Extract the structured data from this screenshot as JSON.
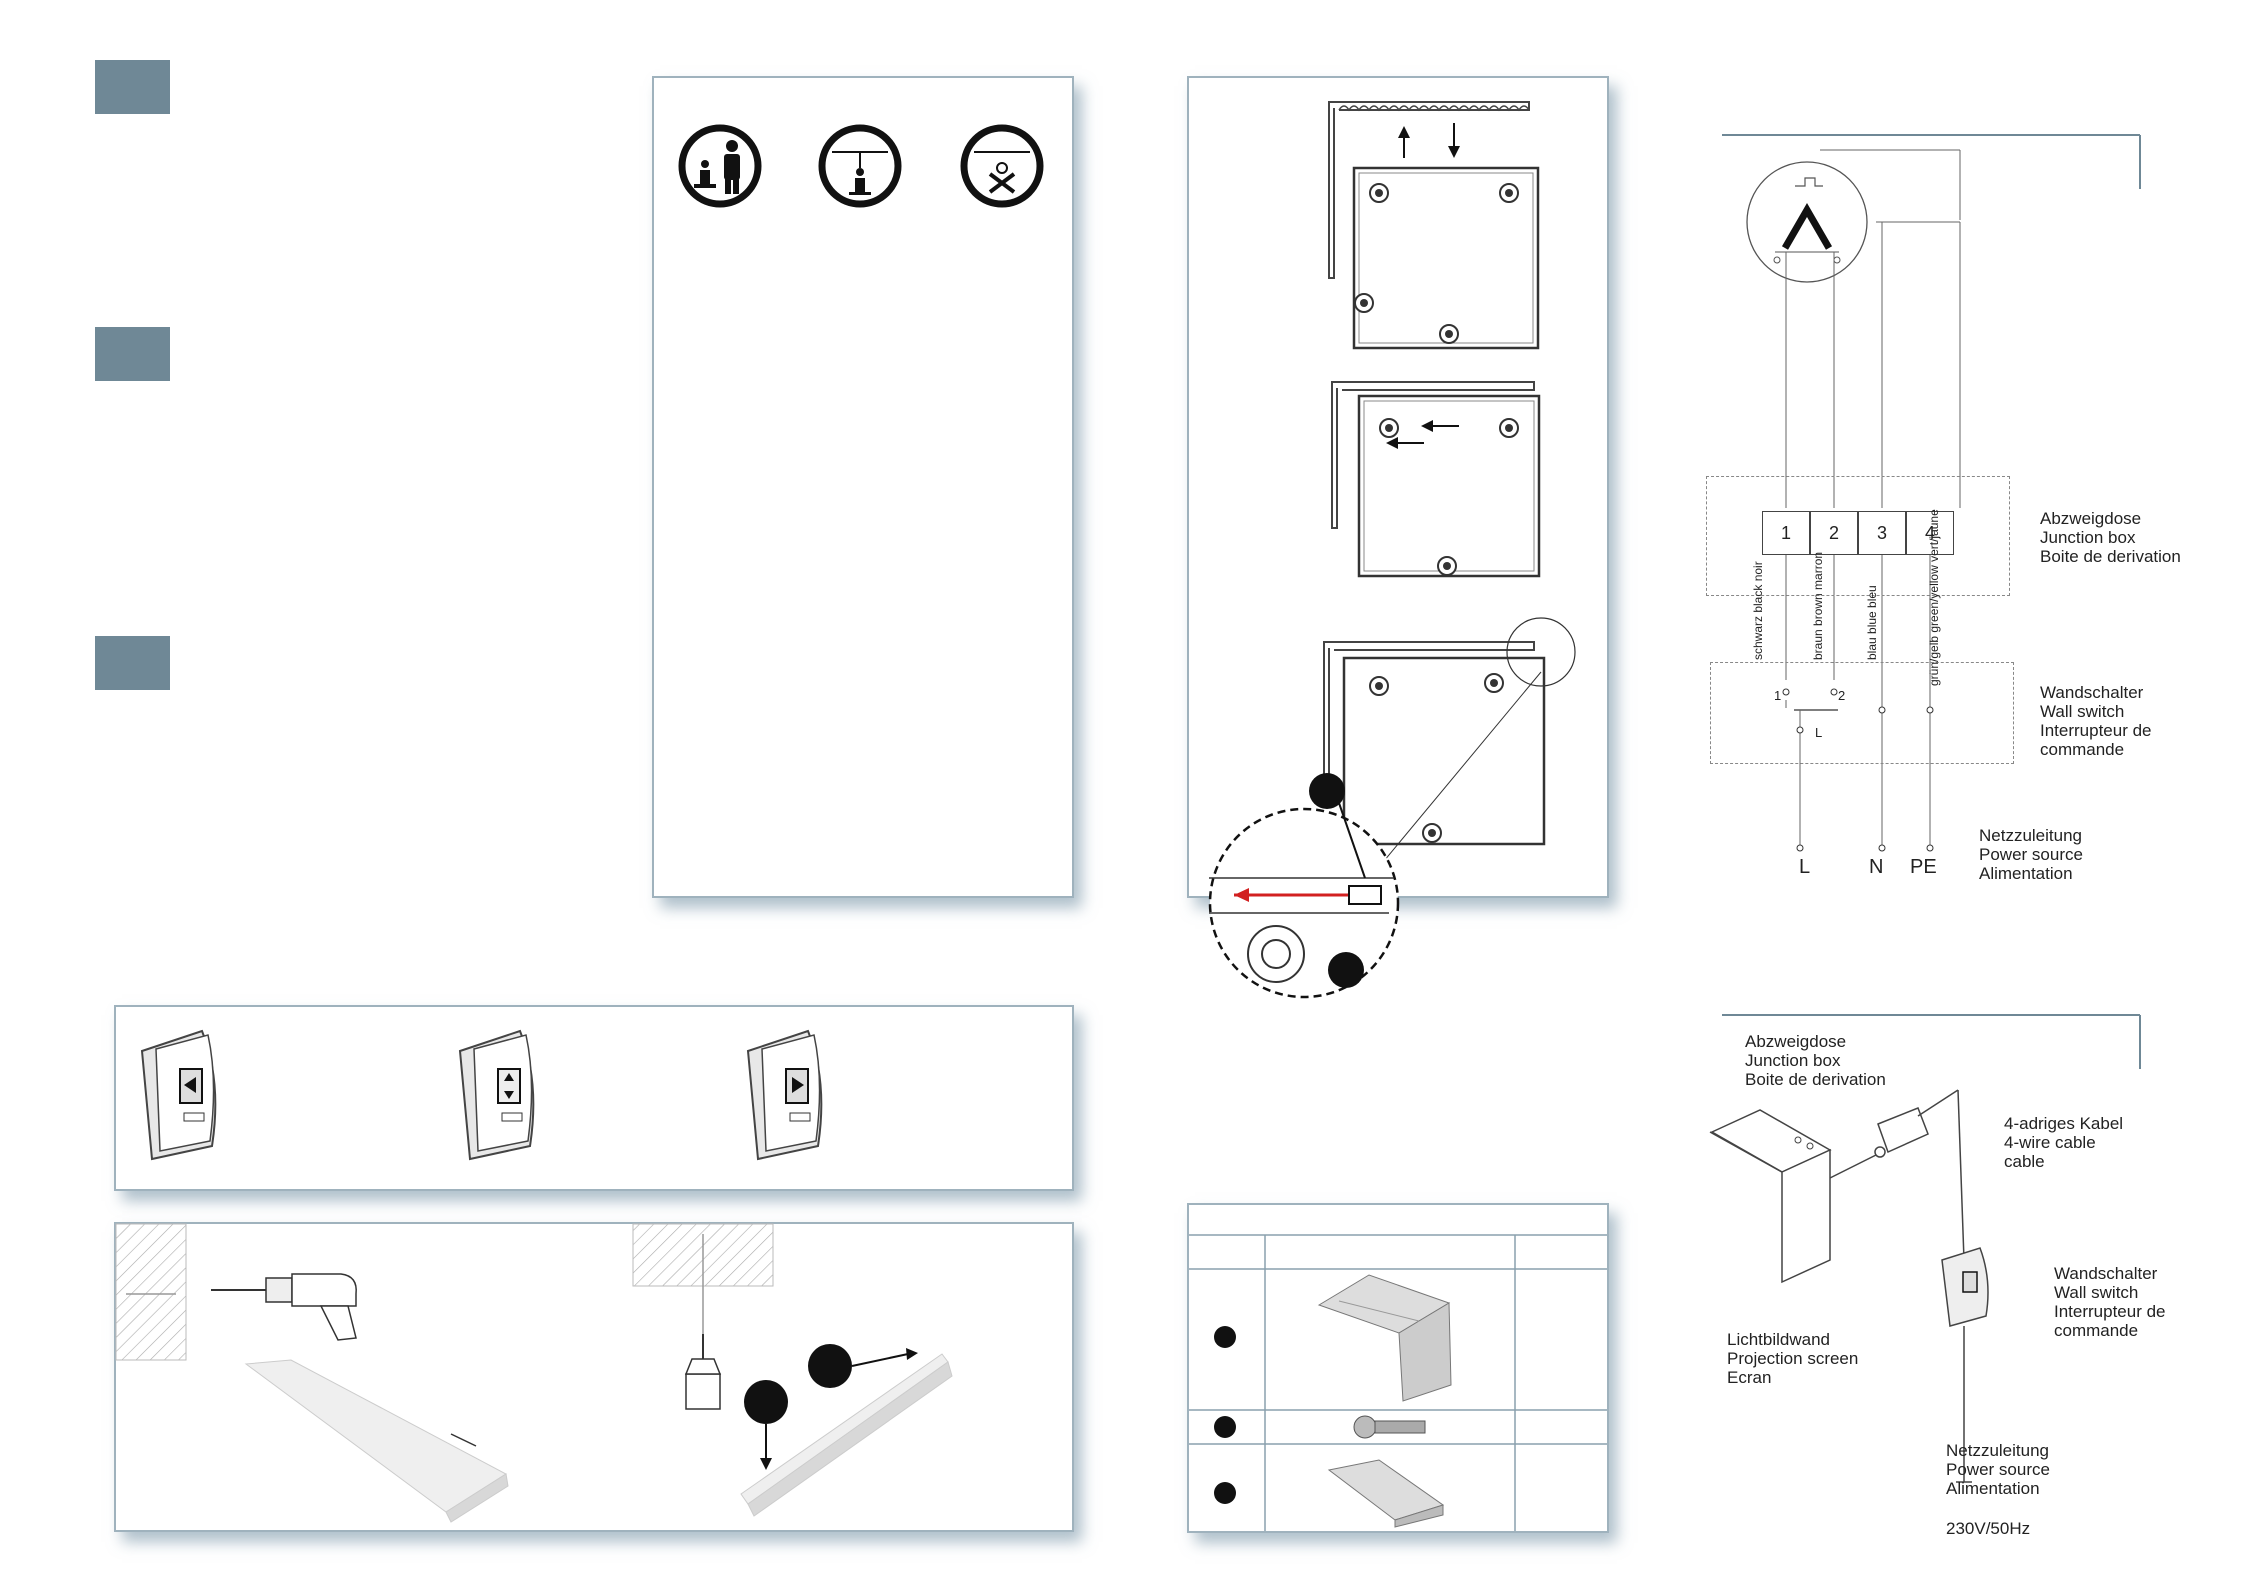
{
  "wiring_diagram": {
    "terminals": [
      "1",
      "2",
      "3",
      "4"
    ],
    "junction_box_label": "Abzweigdose\nJunction box\nBoite de derivation",
    "wire_colors": [
      "schwarz\nblack\nnoir",
      "braun\nbrown\nmarron",
      "blau\nblue\nbleu",
      "grün/gelb\ngreen/yellow\nvert/jaune"
    ],
    "wall_switch_label": "Wandschalter\nWall switch\nInterrupteur de\ncommande",
    "power_source_label": "Netzzuleitung\nPower source\nAlimentation",
    "supply_lines": [
      "L",
      "N",
      "PE"
    ],
    "switch_contacts": [
      "1",
      "2",
      "L"
    ]
  },
  "installation_diagram": {
    "junction_box_label": "Abzweigdose\nJunction box\nBoite de derivation",
    "cable_label": "4-adriges Kabel\n4-wire cable\ncable",
    "wall_switch_label": "Wandschalter\nWall switch\nInterrupteur de\ncommande",
    "screen_label": "Lichtbildwand\nProjection screen\nEcran",
    "power_label": "Netzzuleitung\nPower source\nAlimentation",
    "voltage": "230V/50Hz"
  },
  "colors": {
    "accent": "#6f8896",
    "panel_border": "#9fb2bd",
    "arrow_red": "#d22020"
  }
}
